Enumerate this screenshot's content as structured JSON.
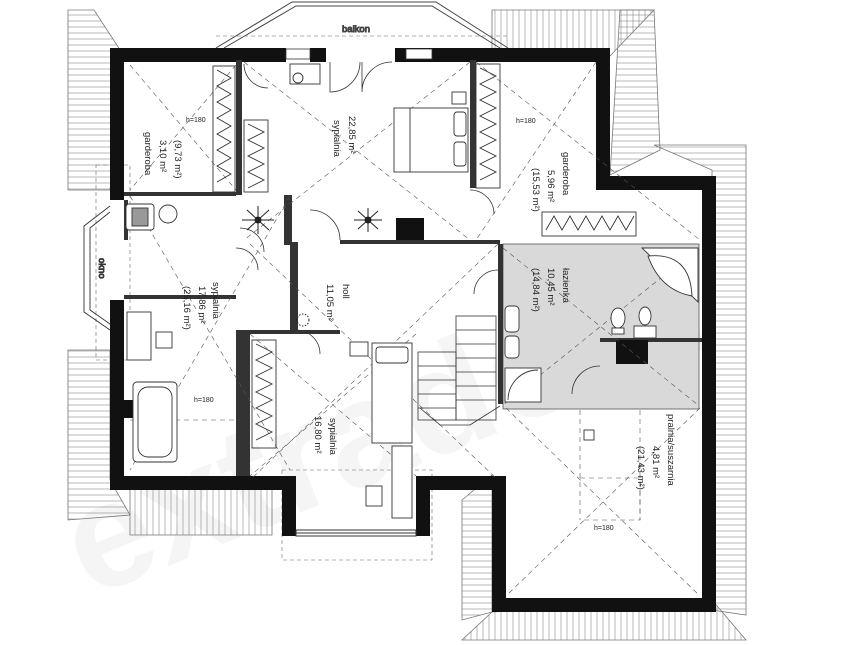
{
  "labels": {
    "balkon": "balkon",
    "okno": "okno",
    "holl": "holl",
    "holl_area": "11,05 m²",
    "sypialnia": "sypialnia",
    "sypialnia_top_area": "22,85 m²",
    "sypialnia_left_area": "17,86 m²",
    "sypialnia_left_alt": "(25,16 m²)",
    "sypialnia_bottom_area": "16,80 m²",
    "garderoba": "garderoba",
    "garderoba_left_area": "3,10 m²",
    "garderoba_left_alt": "(9,73 m²)",
    "garderoba_right_area": "5,96 m²",
    "garderoba_right_alt": "(15,53 m²)",
    "lazienka": "łazienka",
    "lazienka_area": "10,45 m²",
    "lazienka_alt": "(14,84 m²)",
    "pralnia": "pralnia/suszarnia",
    "pralnia_area": "4,81 m²",
    "pralnia_alt": "(21,43 m²)",
    "h180": "h=180"
  },
  "colors": {
    "wall": "#111111",
    "roof": "#888888",
    "bath_fill": "#d9d9d9",
    "line": "#555555"
  }
}
